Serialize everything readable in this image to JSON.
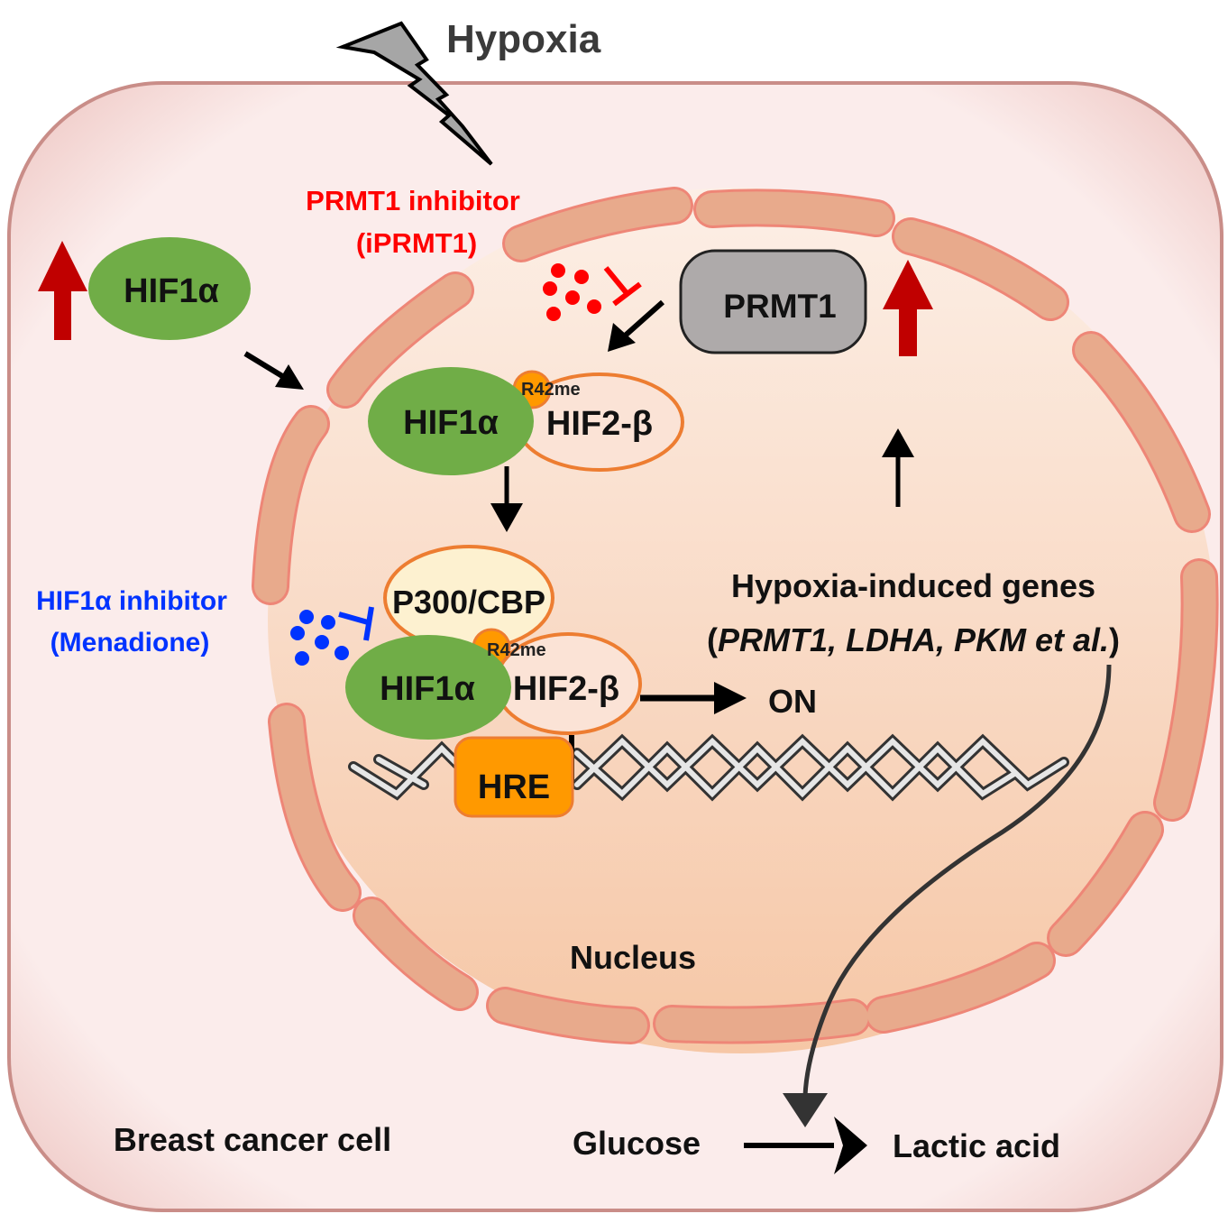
{
  "title": "Hypoxia",
  "cell_label": "Breast cancer cell",
  "nucleus_label": "Nucleus",
  "colors": {
    "cell_fill": "#fbeceb",
    "cell_border": "#d9a09b",
    "nucleus_fill": "#f8d3bb",
    "membrane_segment": "#e8aa8c",
    "membrane_stroke": "#ee8677",
    "hif1a_green": "#70ad47",
    "hif2b_outline": "#ed7d31",
    "hif2b_fill": "#fbe3d6",
    "p300_fill": "#fdf1d0",
    "methyl_orange": "#ff9900",
    "hre_orange": "#ff9900",
    "prmt1_gray": "#aeaaaa",
    "up_arrow_red": "#c00000",
    "prmt1_inhibitor_red": "#ff0000",
    "hif1a_inhibitor_blue": "#0033ff",
    "lightning_gray": "#a6a6a6"
  },
  "inhibitors": {
    "prmt1": {
      "line1": "PRMT1 inhibitor",
      "line2": "(iPRMT1)"
    },
    "hif1a": {
      "line1": "HIF1α inhibitor",
      "line2": "(Menadione)"
    }
  },
  "proteins": {
    "hif1a_cytoplasm": "HIF1α",
    "prmt1": "PRMT1",
    "complex1": {
      "hif1a": "HIF1α",
      "hif2b": "HIF2-β",
      "methyl": "R42me"
    },
    "complex2": {
      "p300": "P300/CBP",
      "hif1a": "HIF1α",
      "hif2b": "HIF2-β",
      "methyl": "R42me"
    },
    "hre": "HRE"
  },
  "genes": {
    "line1": "Hypoxia-induced genes",
    "paren_open": "(",
    "italic_list": "PRMT1, LDHA, PKM et al.",
    "paren_close": ")"
  },
  "on_label": "ON",
  "metabolism": {
    "from": "Glucose",
    "to": "Lactic acid"
  }
}
